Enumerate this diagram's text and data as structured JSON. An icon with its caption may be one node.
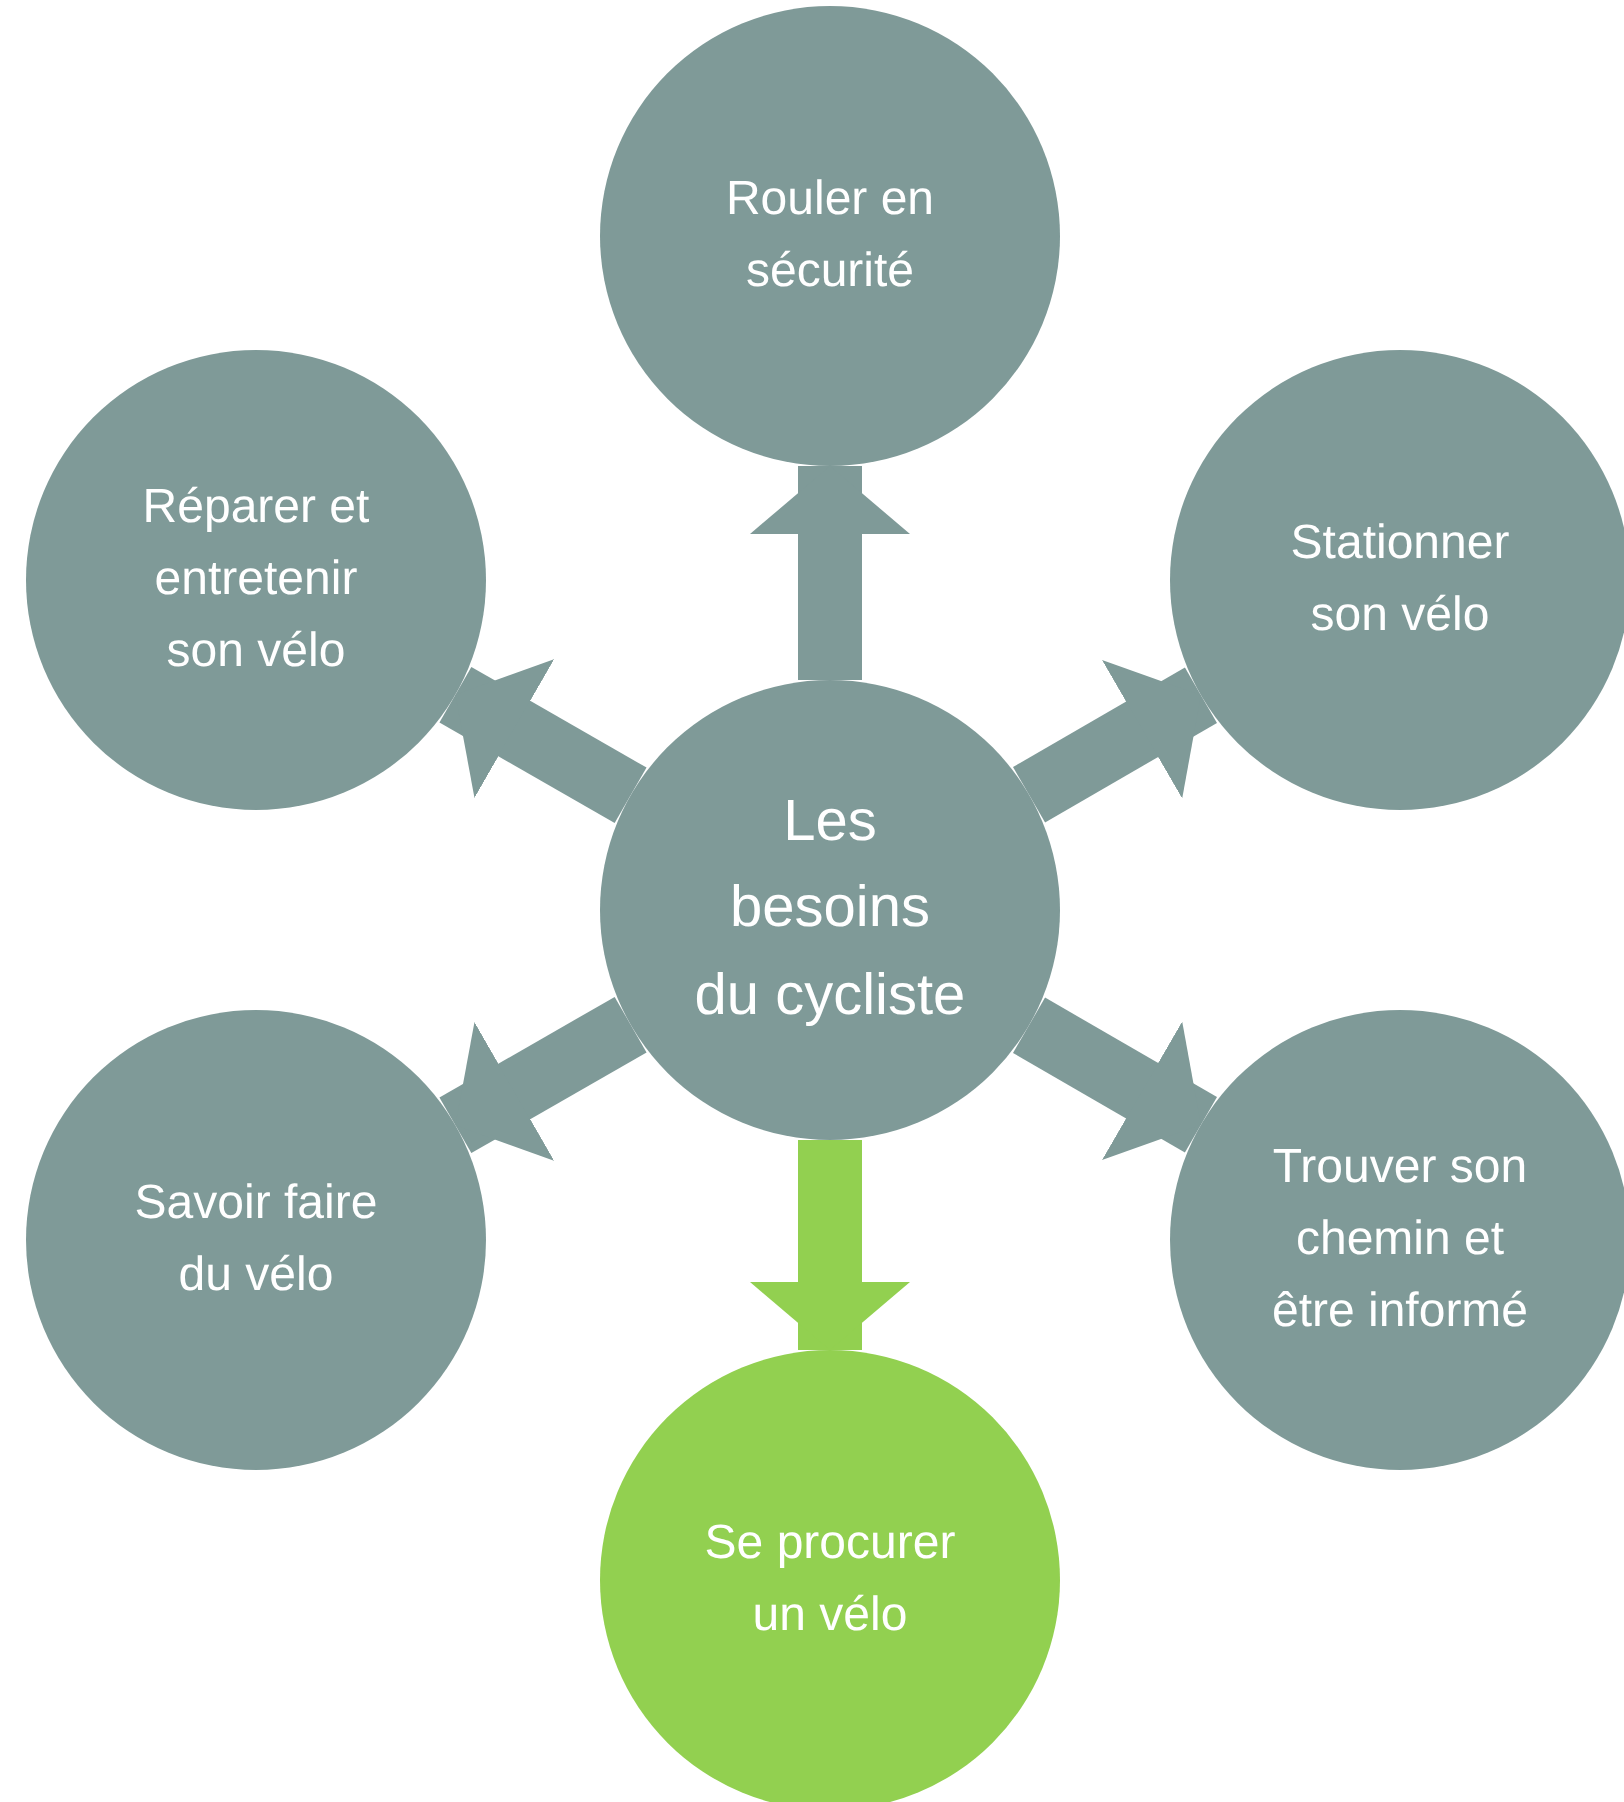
{
  "diagram": {
    "nodes": [
      {
        "text": [
          "Rouler en sécurité"
        ]
      },
      {
        "text": [
          "Réparer et entretenir son vélo"
        ]
      },
      {
        "text": [
          "Stationner son vélo"
        ]
      },
      {
        "text": [
          "Les besoins du cycliste"
        ]
      },
      {
        "text": [
          "Savoir faire du vélo"
        ]
      },
      {
        "text": [
          "Trouver son chemin et être informé"
        ]
      },
      {
        "text": [
          "Se procurer un vélo"
        ]
      }
    ],
    "edges": [
      {
        "from": 3,
        "to": 0,
        "arrow": "to"
      },
      {
        "from": 3,
        "to": 1,
        "arrow": "to"
      },
      {
        "from": 3,
        "to": 2,
        "arrow": "to"
      },
      {
        "from": 3,
        "to": 4,
        "arrow": "to"
      },
      {
        "from": 3,
        "to": 5,
        "arrow": "to"
      },
      {
        "from": 3,
        "to": 6,
        "arrow": "to",
        "color": "#92d050"
      }
    ]
  }
}
